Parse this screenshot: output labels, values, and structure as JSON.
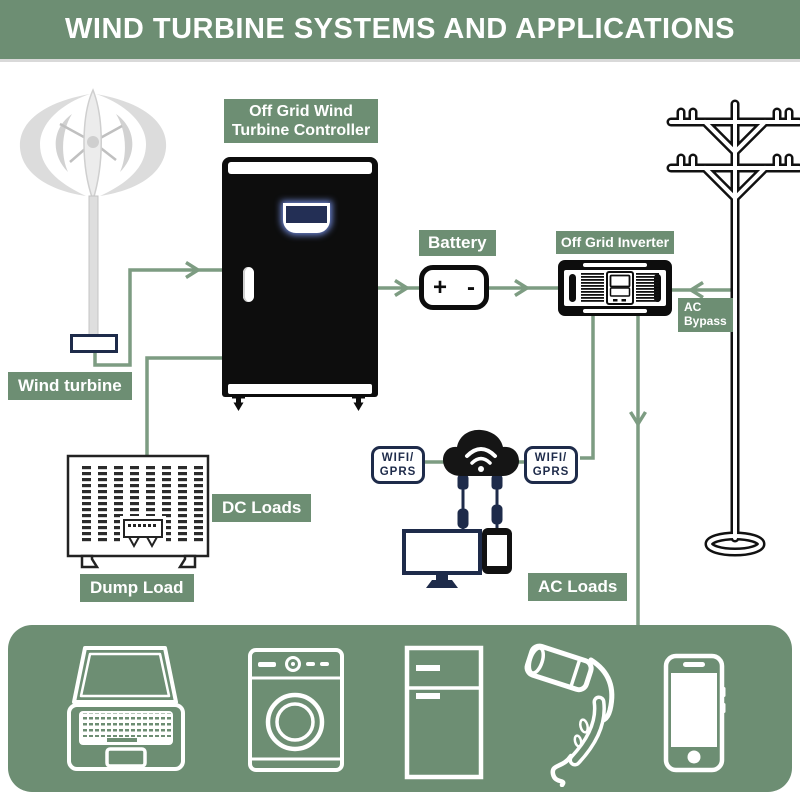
{
  "header": {
    "title": "WIND TURBINE SYSTEMS AND APPLICATIONS"
  },
  "colors": {
    "banner_green": "#6D8E73",
    "line_green": "#7D9C82",
    "navy": "#1E2B4A",
    "ink": "#0D0D0D"
  },
  "diagram": {
    "wind_turbine_label": "Wind turbine",
    "controller_label_line1": "Off Grid Wind",
    "controller_label_line2": "Turbine Controller",
    "battery_label": "Battery",
    "battery_plus": "+",
    "battery_minus": "-",
    "inverter_label": "Off Grid Inverter",
    "ac_bypass_line1": "AC",
    "ac_bypass_line2": "Bypass",
    "wifi_left_line1": "WIFI/",
    "wifi_left_line2": "GPRS",
    "wifi_right_line1": "WIFI/",
    "wifi_right_line2": "GPRS",
    "dc_loads_label": "DC Loads",
    "dump_load_label": "Dump Load",
    "ac_loads_label": "AC Loads"
  },
  "appliance_icons": [
    "laptop-icon",
    "washing-machine-icon",
    "refrigerator-icon",
    "hair-dryer-icon",
    "smartphone-icon"
  ]
}
